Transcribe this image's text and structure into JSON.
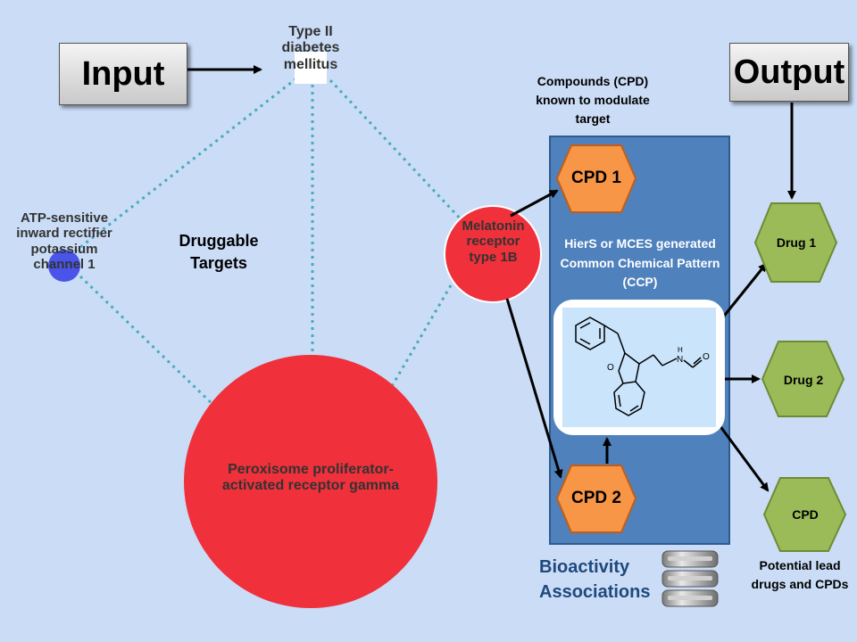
{
  "input_label": "Input",
  "output_label": "Output",
  "disease_node": "Type II diabetes mellitus",
  "atp_node": "ATP-sensitive inward rectifier potassium channel 1",
  "melatonin_node": "Melatonin receptor type 1B",
  "ppar_node": "Peroxisome proliferator-activated receptor gamma",
  "druggable_targets": "Druggable Targets",
  "compounds_caption": "Compounds (CPD) known to modulate target",
  "cpd1": "CPD 1",
  "cpd2": "CPD 2",
  "ccp_caption": "HierS or MCES generated Common Chemical Pattern (CCP)",
  "drug1": "Drug 1",
  "drug2": "Drug 2",
  "cpd_out": "CPD",
  "potential_caption": "Potential lead drugs and CPDs",
  "bioactivity_caption": "Bioactivity Associations",
  "molecule_labels": {
    "o": "O",
    "n": "N",
    "h": "H"
  },
  "colors": {
    "background": "#cadcf6",
    "panel": "#4f81bd",
    "orange_hex": "#f79646",
    "green_hex": "#9bbb59",
    "red_node": "#f0303a",
    "blue_node": "#4a54e8",
    "dashed_edge": "#4aabbb"
  }
}
